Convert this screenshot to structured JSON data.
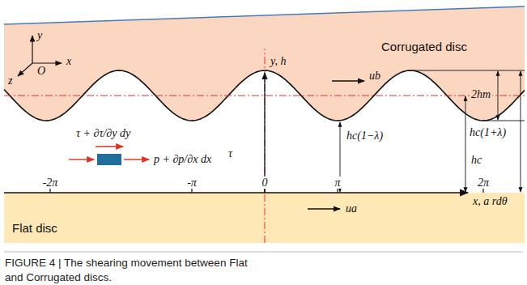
{
  "diagram": {
    "caption": "FIGURE 4 | The shearing movement between Flat and Corrugated discs.",
    "nodes": [
      {
        "text": [
          "Corrugated disc"
        ]
      },
      {
        "text": [
          "Flat disc"
        ]
      }
    ],
    "labels": [
      "y",
      "x",
      "z",
      "O",
      "y, h",
      "ub",
      "2hm",
      "hc(1+λ)",
      "τ + ∂τ/∂y dy",
      "p + ∂p/∂x dx",
      "τ",
      "hc(1−λ)",
      "hc",
      "-2π",
      "-π",
      "0",
      "π",
      "2π",
      "x, a rdθ",
      "ua"
    ]
  }
}
